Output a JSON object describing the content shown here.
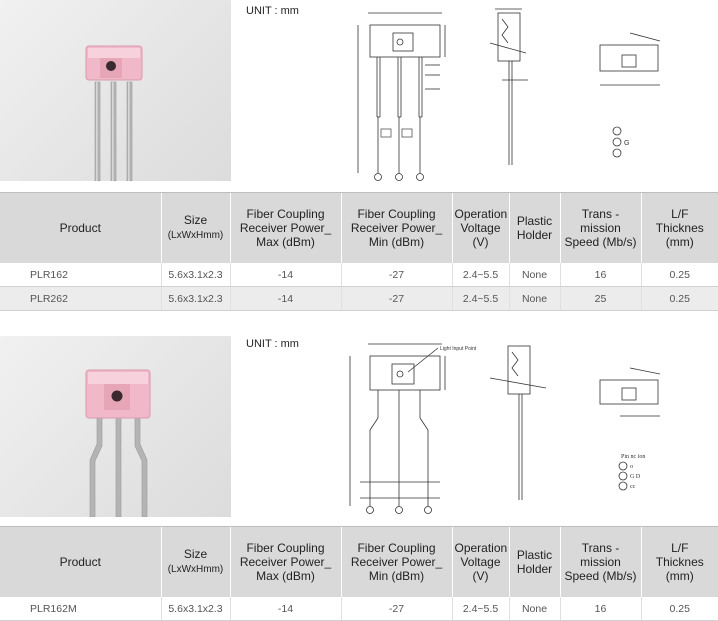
{
  "section1": {
    "unit": "UNIT : mm",
    "headers": [
      {
        "lines": [
          "Product"
        ]
      },
      {
        "lines": [
          "Size",
          "(LxWxHmm)"
        ]
      },
      {
        "lines": [
          "Fiber Coupling",
          "Receiver Power_",
          "Max (dBm)"
        ]
      },
      {
        "lines": [
          "Fiber Coupling",
          "Receiver Power_",
          "Min (dBm)"
        ]
      },
      {
        "lines": [
          "Operation",
          "Voltage",
          "(V)"
        ]
      },
      {
        "lines": [
          "Plastic",
          "Holder"
        ]
      },
      {
        "lines": [
          "Trans -",
          "mission",
          "Speed (Mb/s)"
        ]
      },
      {
        "lines": [
          "L/F",
          "Thicknes",
          "(mm)"
        ]
      }
    ],
    "rows": [
      [
        "PLR162",
        "5.6x3.1x2.3",
        "-14",
        "-27",
        "2.4~5.5",
        "None",
        "16",
        "0.25"
      ],
      [
        "PLR262",
        "5.6x3.1x2.3",
        "-14",
        "-27",
        "2.4~5.5",
        "None",
        "25",
        "0.25"
      ]
    ],
    "drawing_labels": {
      "pin_g": "G"
    }
  },
  "section2": {
    "unit": "UNIT : mm",
    "headers": [
      {
        "lines": [
          "Product"
        ]
      },
      {
        "lines": [
          "Size",
          "(LxWxHmm)"
        ]
      },
      {
        "lines": [
          "Fiber Coupling",
          "Receiver Power_",
          "Max (dBm)"
        ]
      },
      {
        "lines": [
          "Fiber Coupling",
          "Receiver Power_",
          "Min (dBm)"
        ]
      },
      {
        "lines": [
          "Operation",
          "Voltage",
          "(V)"
        ]
      },
      {
        "lines": [
          "Plastic",
          "Holder"
        ]
      },
      {
        "lines": [
          "Trans -",
          "mission",
          "Speed (Mb/s)"
        ]
      },
      {
        "lines": [
          "L/F",
          "Thicknes",
          "(mm)"
        ]
      }
    ],
    "rows": [
      [
        "PLR162M",
        "5.6x3.1x2.3",
        "-14",
        "-27",
        "2.4~5.5",
        "None",
        "16",
        "0.25"
      ]
    ],
    "drawing_labels": {
      "light_input": "Light Input Point",
      "pin_title": "Pin    nc ion",
      "pin_1": "o",
      "pin_2": "G  D",
      "pin_3": "cc"
    }
  }
}
